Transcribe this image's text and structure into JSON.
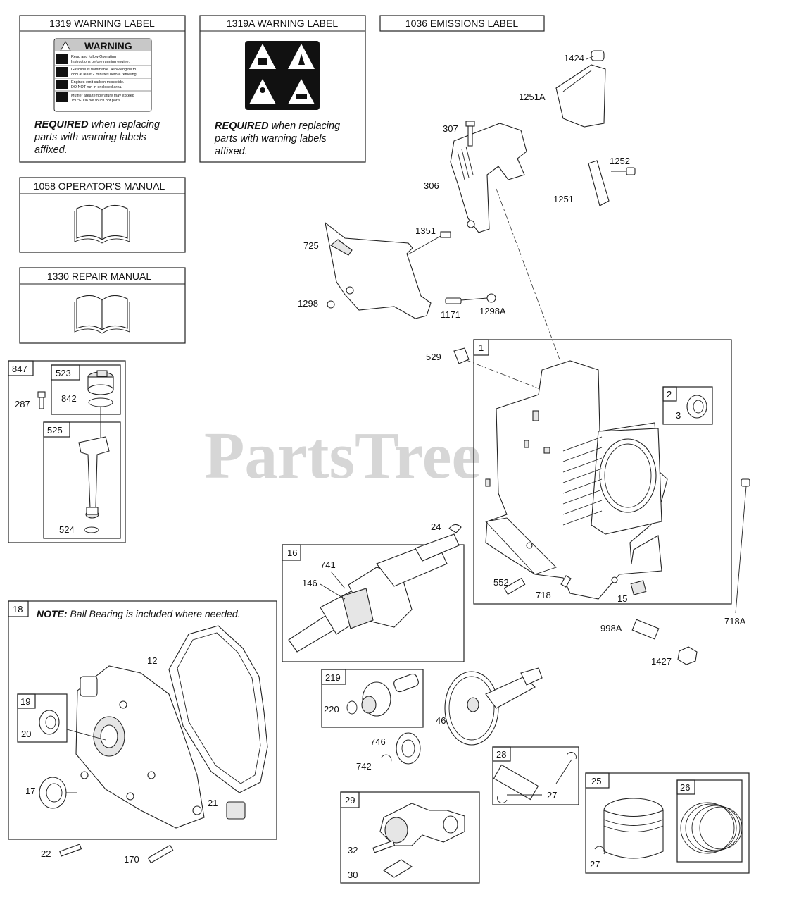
{
  "watermark": "PartsTree",
  "label_boxes": {
    "warning_label": {
      "title": "1319 WARNING LABEL",
      "decal_header": "WARNING",
      "decal_lines": [
        "Read and follow Operating",
        "Instructions before running engine.",
        "Gasoline is flammable. Allow engine to",
        "cool at least 2 minutes before refueling.",
        "Engines emit carbon monoxide.",
        "DO NOT run in enclosed area.",
        "Muffler area temperature may exceed",
        "150°F.  Do not touch hot parts."
      ],
      "required_bold": "REQUIRED",
      "required_rest": " when replacing",
      "required_line2": "parts with warning labels",
      "required_line3": "affixed."
    },
    "warning_label_a": {
      "title": "1319A WARNING LABEL",
      "required_bold": "REQUIRED",
      "required_rest": " when replacing",
      "required_line2": "parts with warning labels",
      "required_line3": "affixed."
    },
    "emissions_label": {
      "title": "1036 EMISSIONS LABEL"
    },
    "operators_manual": {
      "title": "1058 OPERATOR'S MANUAL"
    },
    "repair_manual": {
      "title": "1330 REPAIR MANUAL"
    }
  },
  "note": {
    "bold": "NOTE:",
    "rest": " Ball Bearing is included where needed."
  },
  "callouts": {
    "p1424": "1424",
    "p1251A": "1251A",
    "p307": "307",
    "p306": "306",
    "p1252": "1252",
    "p1251": "1251",
    "p1351": "1351",
    "p725": "725",
    "p1298": "1298",
    "p1171": "1171",
    "p1298A": "1298A",
    "p529": "529",
    "p1": "1",
    "p2": "2",
    "p3": "3",
    "p718A": "718A",
    "p847": "847",
    "p523": "523",
    "p287": "287",
    "p842": "842",
    "p525": "525",
    "p524": "524",
    "p24": "24",
    "p16": "16",
    "p741": "741",
    "p146": "146",
    "p552": "552",
    "p718": "718",
    "p15": "15",
    "p998A": "998A",
    "p1427": "1427",
    "p18": "18",
    "p12": "12",
    "p19": "19",
    "p20": "20",
    "p17": "17",
    "p21": "21",
    "p22": "22",
    "p170": "170",
    "p219": "219",
    "p220": "220",
    "p46": "46",
    "p746": "746",
    "p742": "742",
    "p28": "28",
    "p27a": "27",
    "p25": "25",
    "p26": "26",
    "p27b": "27",
    "p29": "29",
    "p32": "32",
    "p30": "30"
  }
}
